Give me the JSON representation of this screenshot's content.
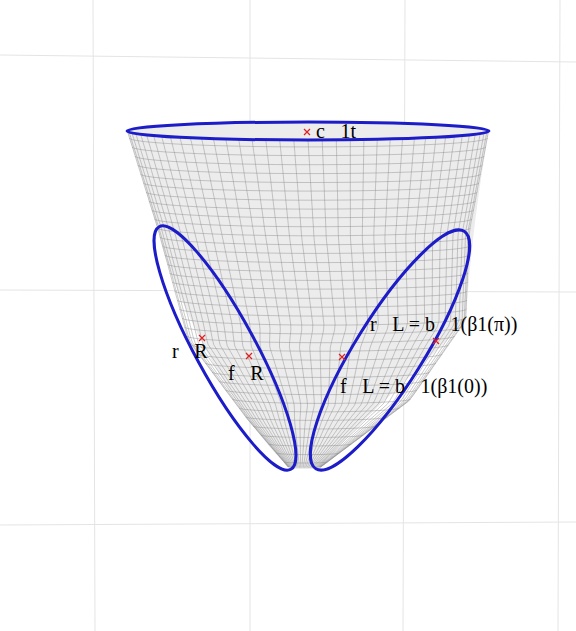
{
  "diagram": {
    "labels": [
      "c⃗1t",
      "r⃗R",
      "f⃗R",
      "r⃗L = b⃗1(β1(π))",
      "f⃗L = b⃗1(β1(0))"
    ]
  }
}
